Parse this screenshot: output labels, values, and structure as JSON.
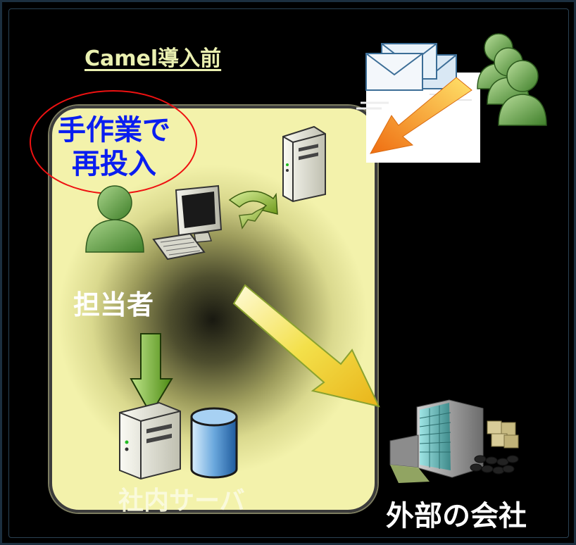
{
  "diagram": {
    "title": "Camel導入前",
    "callout_line1": "手作業で",
    "callout_line2": "再投入",
    "operator_label": "担当者",
    "server_label": "社内サーバ",
    "external_label": "外部の会社"
  },
  "colors": {
    "panel_yellow": "#f3f2ab",
    "callout_blue": "#0a1ef0",
    "circle_red": "#e11111",
    "person_green": "#6ea451",
    "arrow_orange": "#f28a1c",
    "arrow_yellow": "#f3e04a",
    "arrow_green": "#62a21f"
  },
  "icons": [
    "mail-icon",
    "people-group-icon",
    "orange-arrow-icon",
    "server-icon",
    "workstation-icon",
    "curved-arrow-icon",
    "person-icon",
    "yellow-arrow-icon",
    "down-arrow-icon",
    "server-icon",
    "database-icon",
    "company-building-icon"
  ]
}
